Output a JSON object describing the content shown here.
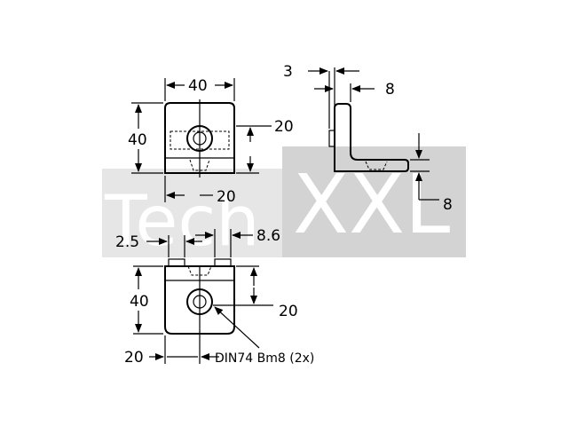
{
  "drawing": {
    "front_view": {
      "width_dim": "40",
      "height_dim": "40",
      "hole_offset_dim": "20",
      "bottom_dim": "20"
    },
    "side_view": {
      "thickness_dim": "3",
      "leg_dim": "8",
      "base_dim": "8"
    },
    "bottom_view": {
      "edge_dim": "2.5",
      "slot_dim": "8.6",
      "height_dim": "40",
      "hole_offset_dim": "20",
      "bottom_dim": "20",
      "hardware_note": "DIN74 Bm8 (2x)"
    }
  },
  "watermark": {
    "part1": "Tech",
    "part2": "XXL",
    "color_light": "#e6e6e6",
    "color_dark": "#d3d3d3"
  }
}
